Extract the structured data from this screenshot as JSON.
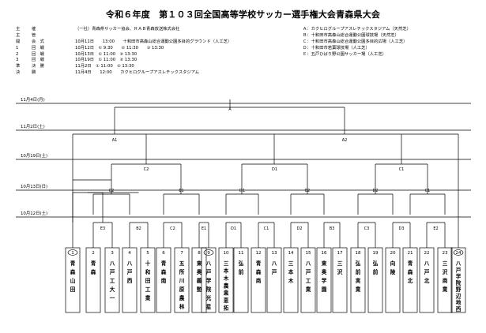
{
  "title": "令和６年度　第１０３回全国高等学校サッカー選手権大会青森県大会",
  "info": {
    "labels": [
      "主",
      "主",
      "開",
      "1",
      "2",
      "3",
      "準",
      "決"
    ],
    "labels2": [
      "催",
      "管",
      "会　式",
      "回　戦",
      "回　戦",
      "回　戦",
      "決　勝",
      "勝"
    ],
    "values": [
      "（一社）青森県サッカー協会、ＲＡＢ青森放送株式会社",
      "",
      "10月11日　　13:00　　十和田市高森山総合運動公園多目的グラウンド（人工芝）",
      "10月12日　① 9:30　　② 11:30　　③ 13:30",
      "10月13日　① 11:00　② 13:30",
      "10月19日　① 11:00　② 13:30",
      "11月2日　① 11:00　② 13:30",
      "11月4日　　12:00　　カクヒログループアスレチックスタジアム"
    ]
  },
  "venues": [
    "Ａ：カクヒログループアスレチックスタジアム（天然芝）",
    "Ｂ：十和田市高森山総合運動公園球技場（天然芝）",
    "Ｃ：十和田市高森山総合運動公園多目的広場（人工芝）",
    "Ｄ：十和田市若葉球技場（人工芝）",
    "Ｅ：五戸ひばり野公園サッカー場（人工芝）"
  ],
  "rounds": [
    "11月4日(月)",
    "11月2日(土)",
    "10月19日(土)",
    "10月13日(日)",
    "10月12日(土)"
  ],
  "nodes": {
    "final": "A",
    "semi": [
      "A1",
      "A2"
    ],
    "quarter": [
      "C2",
      "D1",
      "D1",
      "C1"
    ],
    "r3": [
      "C2",
      "E1",
      "D1",
      "E2",
      "D2",
      "C1"
    ],
    "r2": [
      "E3",
      "B2",
      "C2",
      "E1",
      "D1",
      "C1",
      "D2",
      "B3",
      "C3",
      "D3",
      "E2"
    ]
  },
  "teams": [
    {
      "num": "1",
      "name": "青森山田",
      "seed": true
    },
    {
      "num": "2",
      "name": "青森",
      "seed": false
    },
    {
      "num": "3",
      "name": "八戸工大一",
      "seed": false
    },
    {
      "num": "4",
      "name": "八戸西",
      "seed": false
    },
    {
      "num": "5",
      "name": "十和田工業",
      "seed": false
    },
    {
      "num": "6",
      "name": "青森南",
      "seed": false
    },
    {
      "num": "7",
      "name": "五所川原農林",
      "seed": false
    },
    {
      "num": "8",
      "name": "東奥義塾",
      "seed": false
    },
    {
      "num": "9",
      "name": "八戸学院光星",
      "seed": true
    },
    {
      "num": "10",
      "name": "三本木農業恵拓",
      "seed": false
    },
    {
      "num": "11",
      "name": "弘前",
      "seed": false
    },
    {
      "num": "12",
      "name": "青森商",
      "seed": false
    },
    {
      "num": "13",
      "name": "八戸",
      "seed": false
    },
    {
      "num": "14",
      "name": "三本木",
      "seed": false
    },
    {
      "num": "15",
      "name": "八戸工業",
      "seed": false
    },
    {
      "num": "16",
      "name": "東奥学園",
      "seed": false
    },
    {
      "num": "17",
      "name": "三沢",
      "seed": false
    },
    {
      "num": "18",
      "name": "弘前実業",
      "seed": false
    },
    {
      "num": "19",
      "name": "弘前",
      "seed": false
    },
    {
      "num": "20",
      "name": "向陵",
      "seed": false
    },
    {
      "num": "21",
      "name": "青森北",
      "seed": false
    },
    {
      "num": "22",
      "name": "八戸北",
      "seed": false
    },
    {
      "num": "23",
      "name": "三沢商業",
      "seed": false
    },
    {
      "num": "24",
      "name": "八戸学院野辺地西",
      "seed": true
    }
  ]
}
